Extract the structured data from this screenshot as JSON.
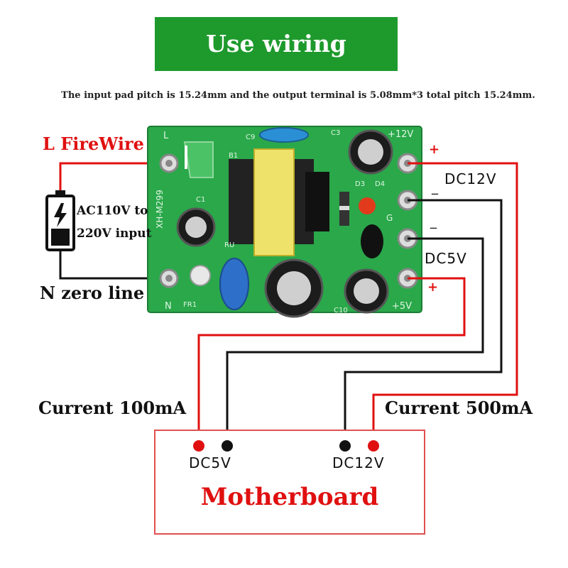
{
  "title": "Use wiring diagram",
  "note": "The input pad pitch is 15.24mm and the output terminal is 5.08mm*3 total pitch 15.24mm.",
  "input": {
    "live_label": "L FireWire",
    "neutral_label": "N zero line",
    "voltage_line1": "AC110V to",
    "voltage_line2": "220V input"
  },
  "board": {
    "silk_L": "L",
    "silk_N": "N",
    "silk_12v": "+12V",
    "silk_5v": "+5V",
    "silk_model": "XH-M299",
    "silk_c9": "C9",
    "silk_c3": "C3",
    "silk_c1": "C1",
    "silk_b1": "B1",
    "silk_d3": "D3",
    "silk_d4": "D4",
    "silk_g": "G",
    "silk_ru": "RU",
    "silk_fr": "FR1",
    "silk_c10": "C10"
  },
  "outputs": {
    "plus_top": "+",
    "minus_12": "_",
    "dc12_label": "DC12V",
    "minus_5": "_",
    "dc5_label": "DC5V",
    "plus_bottom": "+"
  },
  "current_left": "Current 100mA",
  "current_right": "Current 500mA",
  "motherboard": {
    "title": "Motherboard",
    "dc5_label": "DC5V",
    "dc12_label": "DC12V"
  },
  "colors": {
    "title_bg": "#1e9a2d",
    "wire_red": "#e01010",
    "wire_black": "#111111",
    "pcb": "#2aa84a",
    "motherboard_border": "#e05050",
    "motherboard_text": "#e01010"
  }
}
